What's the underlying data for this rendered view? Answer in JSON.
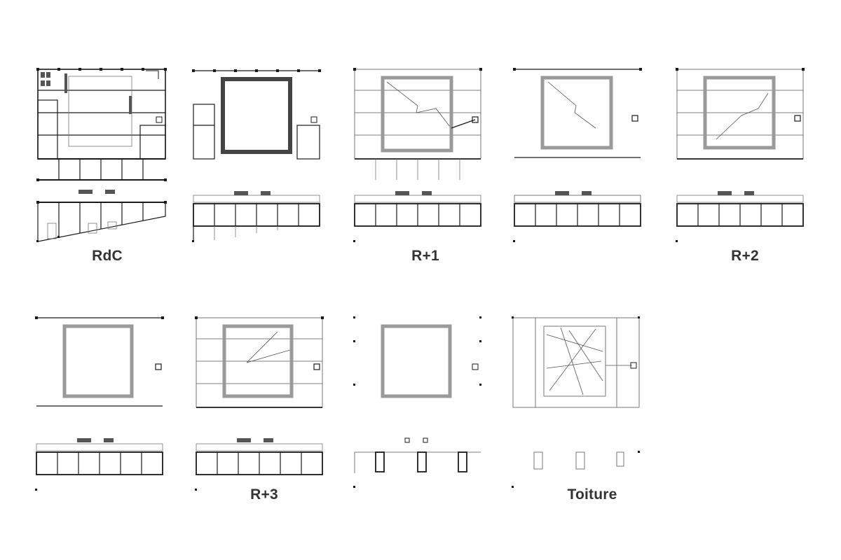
{
  "title": "",
  "plans": [
    {
      "id": "rdc",
      "label": "RdC"
    },
    {
      "id": "mezzanine",
      "label": ""
    },
    {
      "id": "r1",
      "label": "R+1"
    },
    {
      "id": "r1-upper",
      "label": ""
    },
    {
      "id": "r2",
      "label": "R+2"
    },
    {
      "id": "r2-upper",
      "label": ""
    },
    {
      "id": "r3",
      "label": "R+3"
    },
    {
      "id": "r3-upper",
      "label": ""
    },
    {
      "id": "toiture",
      "label": "Toiture"
    }
  ],
  "colors": {
    "background": "#ffffff",
    "line": "#1a1a1a",
    "thin_line": "#555555",
    "hatch": "#9a9a9a",
    "label": "#333333"
  }
}
